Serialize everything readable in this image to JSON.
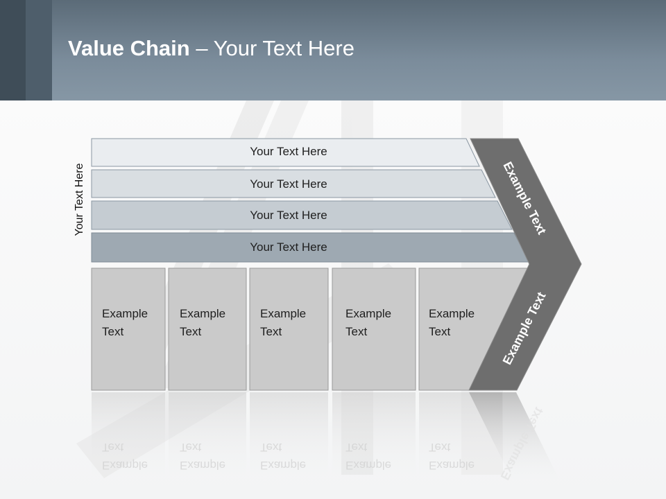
{
  "slide": {
    "title_bold": "Value Chain",
    "title_rest": " – Your Text Here"
  },
  "diagram": {
    "vertical_label": "Your Text Here",
    "support_bars": [
      "Your Text Here",
      "Your Text Here",
      "Your Text Here",
      "Your Text Here"
    ],
    "primary_boxes": [
      {
        "line1": "Example",
        "line2": "Text"
      },
      {
        "line1": "Example",
        "line2": "Text"
      },
      {
        "line1": "Example",
        "line2": "Text"
      },
      {
        "line1": "Example",
        "line2": "Text"
      },
      {
        "line1": "Example",
        "line2": "Text"
      }
    ],
    "margin_labels": [
      "Example Text",
      "Example Text"
    ]
  },
  "colors": {
    "header": "#7b8c9b",
    "bar1": "#eaedf0",
    "bar2": "#d9dee2",
    "bar3": "#c5ccd2",
    "bar4": "#9ea9b2",
    "box": "#cacaca",
    "margin": "#6e6e6e"
  }
}
